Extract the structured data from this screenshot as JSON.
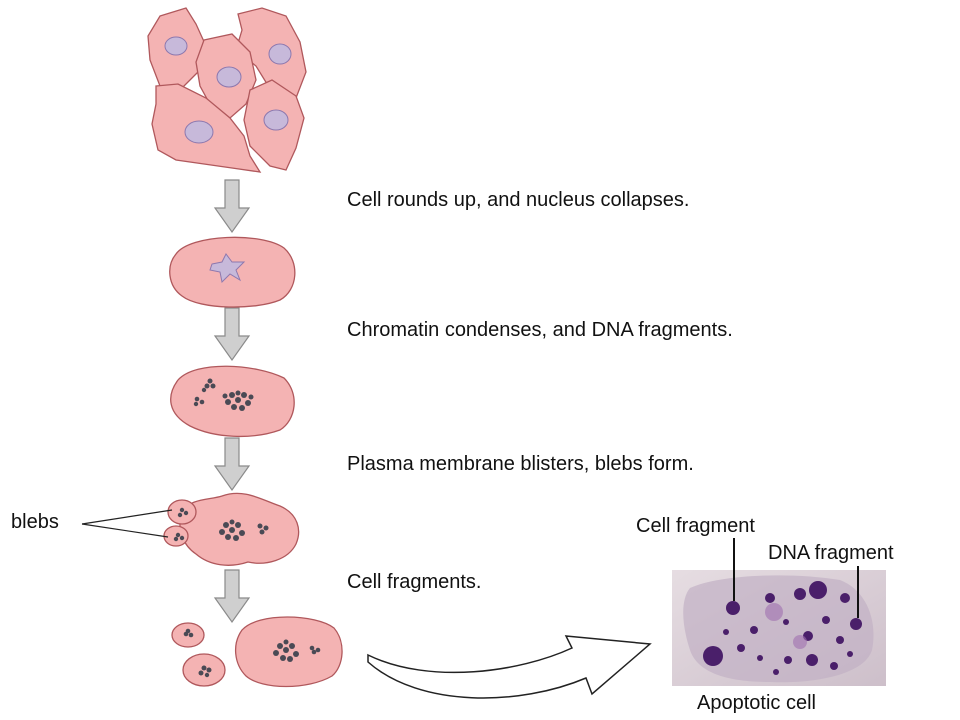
{
  "steps": {
    "step1": "Cell rounds up, and nucleus collapses.",
    "step2": "Chromatin condenses, and DNA fragments.",
    "step3": "Plasma membrane blisters, blebs form.",
    "step4": "Cell fragments."
  },
  "labels": {
    "blebs": "blebs",
    "cell_fragment": "Cell fragment",
    "dna_fragment": "DNA fragment",
    "apoptotic_cell": "Apoptotic cell"
  },
  "colors": {
    "cell_fill": "#f4b3b3",
    "cell_outline": "#b0585c",
    "nucleus": "#c7b9da",
    "chromatin": "#4a4a55",
    "arrow": "#cfcfcf"
  }
}
